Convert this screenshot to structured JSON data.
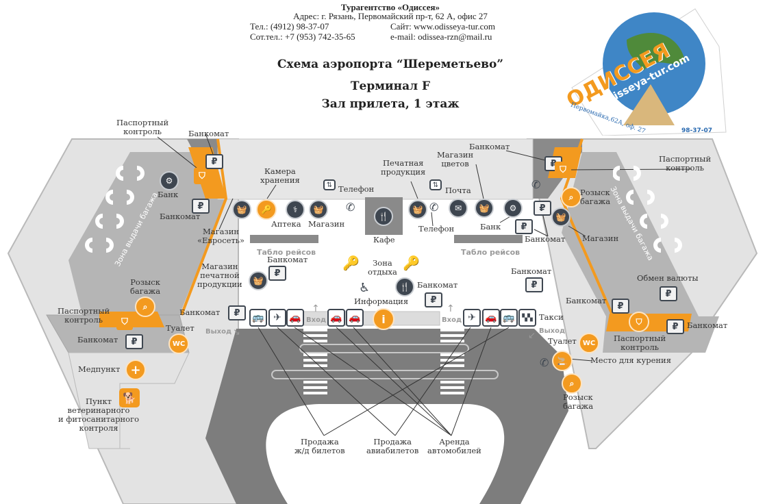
{
  "agency": {
    "name": "Турагентство «Одиссея»",
    "address": "Адрес: г. Рязань, Первомайский пр-т, 62 А, офис 27",
    "phone": "Тел.: (4912) 98-37-07",
    "site": "Сайт: www.odisseya-tur.com",
    "mobile": "Сот.тел.: +7 (953) 742-35-65",
    "email": "e-mail: odissea-rzn@mail.ru"
  },
  "logo": {
    "brand": "ОДИССЕЯ",
    "url": "odisseya-tur.com",
    "address": "Первомайка,62А, оф. 27",
    "phone": "98-37-07"
  },
  "title": {
    "line1": "Схема аэропорта “Шереметьево”",
    "line2": "Терминал F",
    "line3": "Зал прилета, 1 этаж"
  },
  "colors": {
    "accent": "#f39a1f",
    "dark_icon": "#3e4650",
    "zone_dark": "#8a8a8a",
    "zone_mid": "#b5b5b5",
    "zone_light": "#e3e3e3"
  },
  "labels": {
    "passport_tl": "Паспортный\nконтроль",
    "atm_tl": "Банкомат",
    "bank_l": "Банк",
    "atm_l": "Банкомат",
    "baggage_zone": "Зона выдачи багажа",
    "storage": "Камера\nхранения",
    "shop_evroset": "Магазин\n«Евросеть»",
    "pharmacy": "Аптека",
    "shop_c": "Магазин",
    "phone_c": "Телефон",
    "cafe": "Кафе",
    "print_products": "Печатная\nпродукция",
    "flowers": "Магазин\nцветов",
    "post": "Почта",
    "phone_c2": "Телефон",
    "bank_r": "Банк",
    "atm_r_top": "Банкомат",
    "atm_r_mid": "Банкомат",
    "passport_tr": "Паспортный\nконтроль",
    "lost_baggage_tr": "Розыск\nбагажа",
    "shop_r": "Магазин",
    "board_l": "Табло рейсов",
    "board_r": "Табло рейсов",
    "print_shop": "Магазин\nпечатной\nпродукции",
    "atm_c1": "Банкомат",
    "rest_zone": "Зона\nотдыха",
    "atm_c2": "Банкомат",
    "info": "Информация",
    "atm_c3": "Банкомат",
    "atm_bl": "Банкомат",
    "lost_baggage_l": "Розыск\nбагажа",
    "passport_bl": "Паспортный\nконтроль",
    "atm_bl2": "Банкомат",
    "toilet_l": "Туалет",
    "exit_l": "Выход",
    "entry_l": "Вход",
    "entry_r": "Вход",
    "exit_r": "Выход",
    "taxi": "Такси",
    "atm_br1": "Банкомат",
    "currency": "Обмен валюты",
    "passport_br": "Паспортный\nконтроль",
    "atm_br2": "Банкомат",
    "toilet_r": "Туалет",
    "smoking": "Место для курения",
    "lost_baggage_br": "Розыск\nбагажа",
    "medpoint": "Медпункт",
    "vet": "Пункт\nветеринарного\nи фитосанитарного\nконтроля",
    "rail_tickets": "Продажа\nж/д билетов",
    "air_tickets": "Продажа\nавиабилетов",
    "car_rent": "Аренда\nавтомобилей"
  },
  "icons": {
    "atm": "₽",
    "wc": "WC",
    "info": "i",
    "plus": "+",
    "phone": "✆",
    "plane": "✈",
    "car": "🚗",
    "bus": "🚌",
    "taxi": "▚▚",
    "cart": "🧺",
    "bank": "⚙",
    "lost": "⌕",
    "post": "✉",
    "cafe": "🍴",
    "pharmacy": "⚕",
    "storage": "🔑",
    "passport": "⛉",
    "smoke": "🚬",
    "dog": "🐕",
    "wheelchair": "♿",
    "up": "↑",
    "exit_arrow_l": "↘",
    "exit_arrow_r": "↙",
    "transfer": "⇅"
  }
}
